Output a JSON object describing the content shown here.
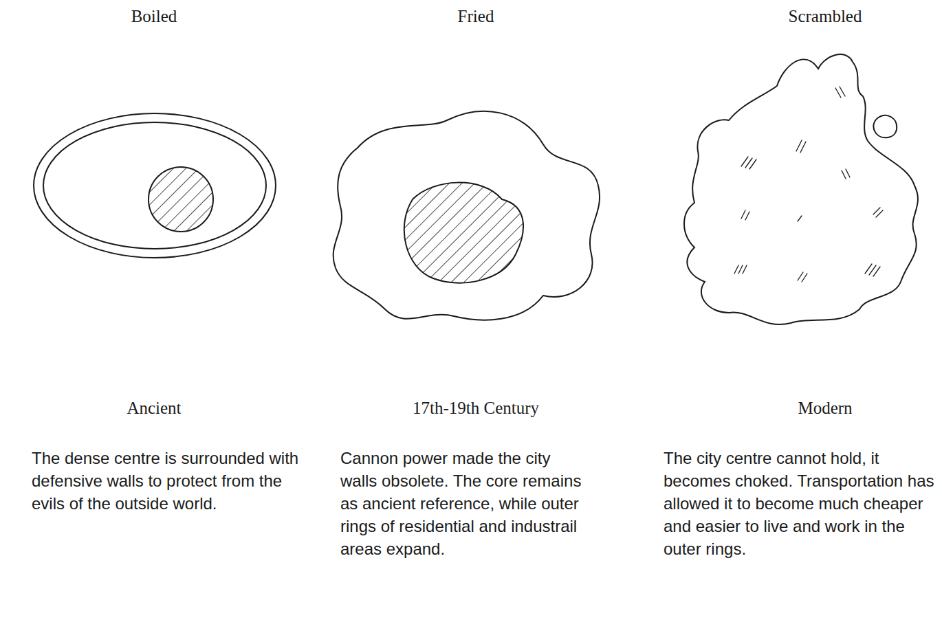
{
  "diagram": {
    "labels": [
      "Boiled",
      "Fried",
      "Scrambled",
      "Ancient",
      "17th-19th Century",
      "Modern",
      "The dense centre is surrounded with defensive walls to protect from the evils of the outside world.",
      "Cannon power made the city walls obsolete. The core remains as ancient reference, while outer rings of residential and industrail areas expand.",
      "The city centre cannot hold, it becomes choked. Transportation has allowed it to become much cheaper and easier to live and work in the outer rings."
    ]
  }
}
